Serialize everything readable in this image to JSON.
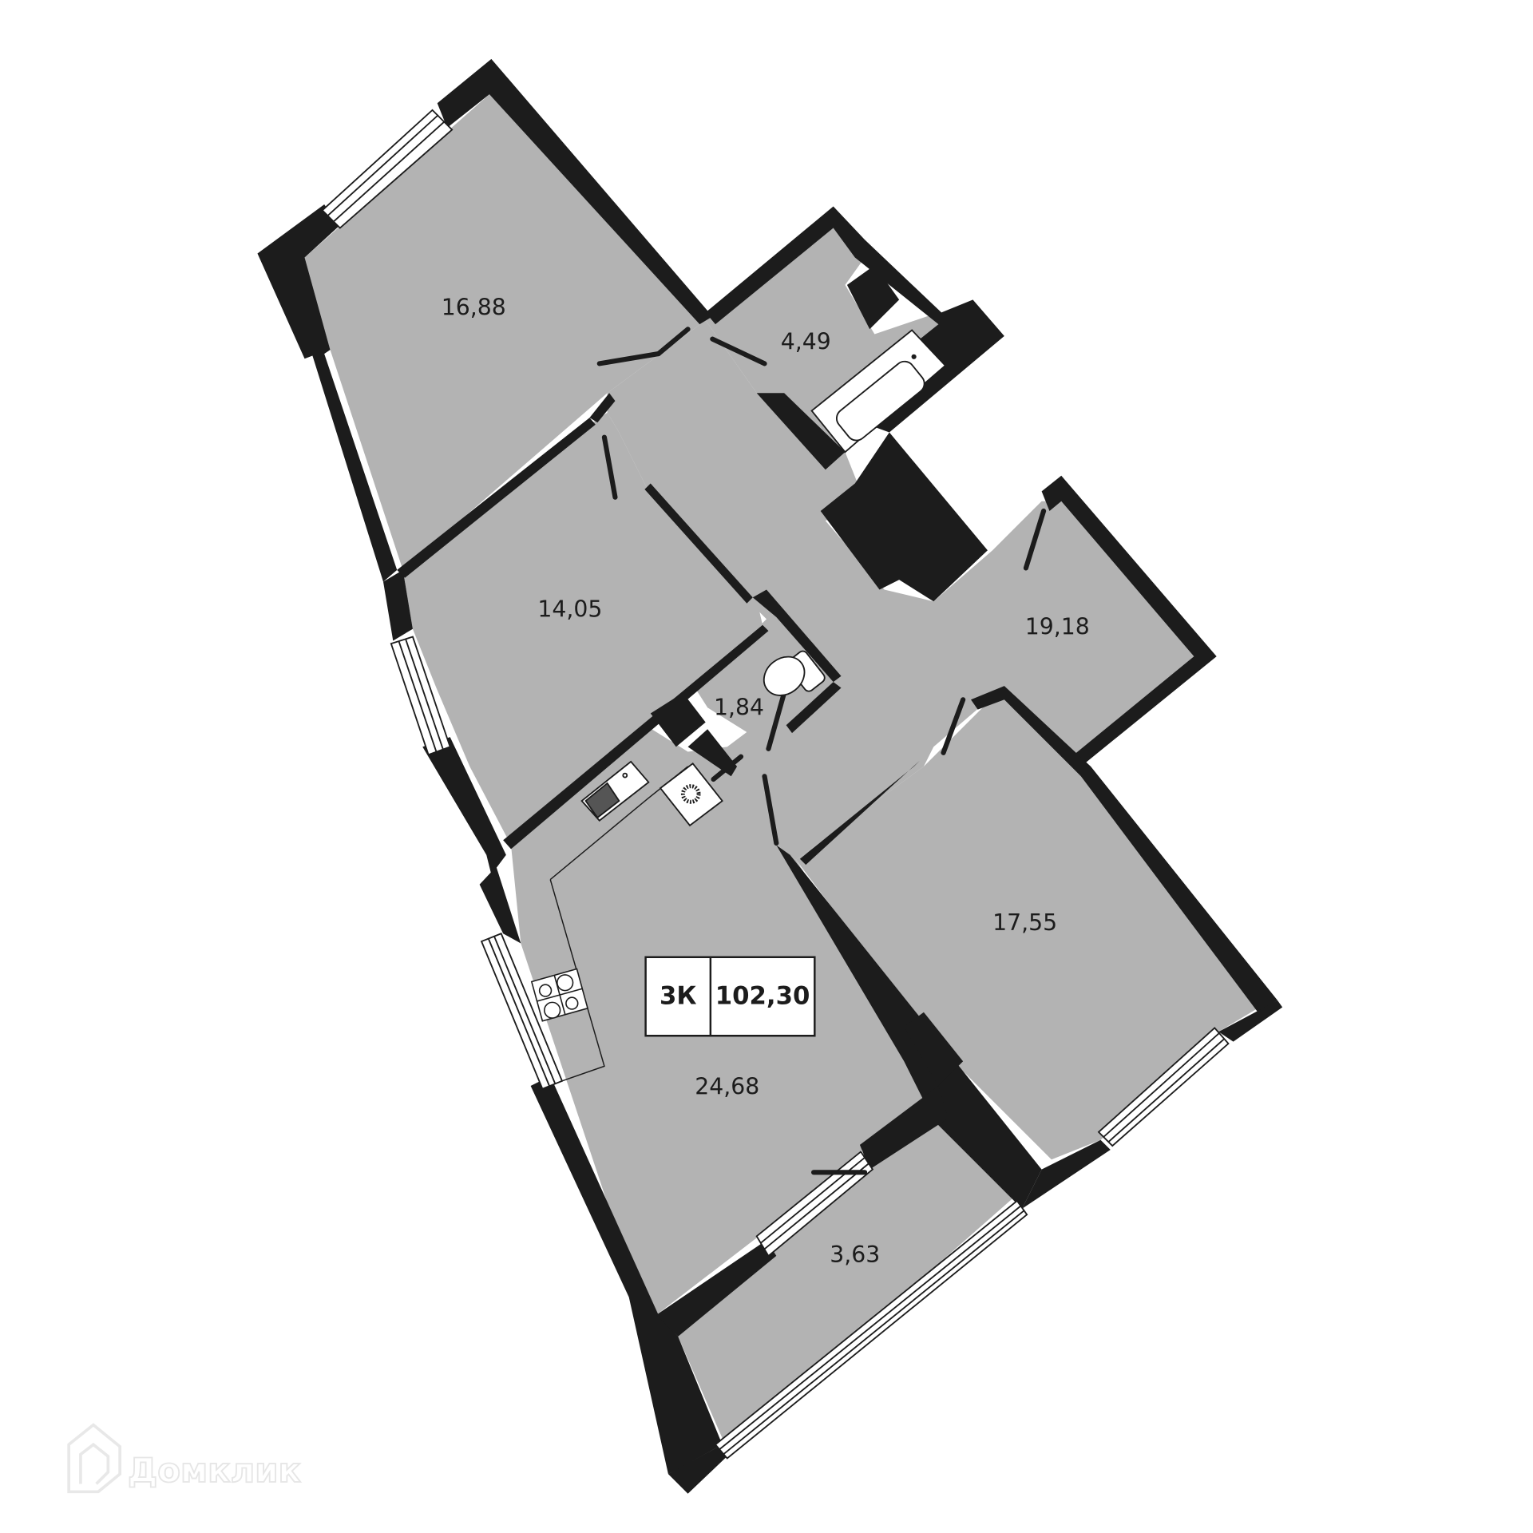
{
  "plan": {
    "rooms_count_label": "3К",
    "total_area": "102,30",
    "colors": {
      "floor": "#b3b3b3",
      "wall": "#1c1c1c",
      "background": "#ffffff",
      "window": "#ffffff"
    },
    "rooms": [
      {
        "id": "bedroom-top",
        "area": "16,88"
      },
      {
        "id": "bathroom",
        "area": "4,49"
      },
      {
        "id": "bedroom-middle",
        "area": "14,05"
      },
      {
        "id": "hallway",
        "area": "19,18"
      },
      {
        "id": "toilet",
        "area": "1,84"
      },
      {
        "id": "bedroom-right",
        "area": "17,55"
      },
      {
        "id": "kitchen-living",
        "area": "24,68"
      },
      {
        "id": "balcony",
        "area": "3,63"
      }
    ]
  },
  "watermark": {
    "text": "Домклик"
  }
}
